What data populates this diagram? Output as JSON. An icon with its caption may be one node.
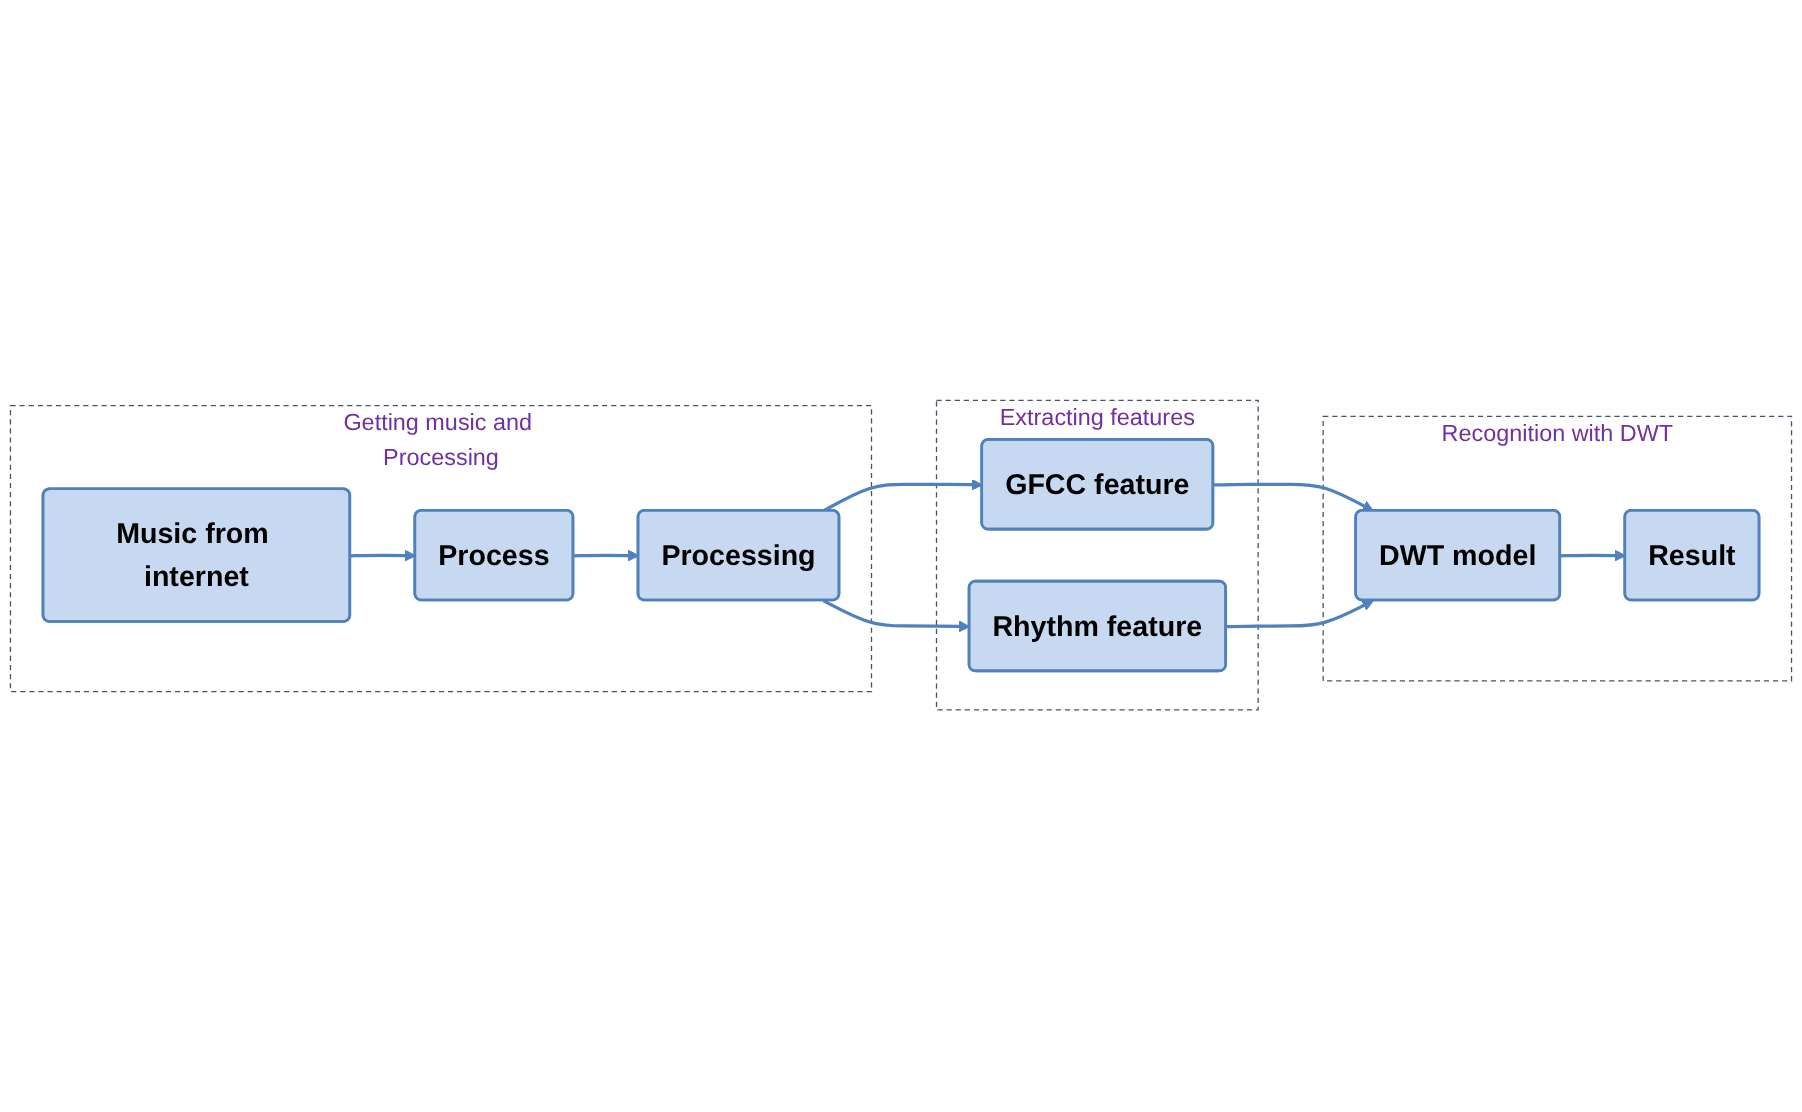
{
  "diagram": {
    "nodes": [
      {
        "text": [
          "Getting music and Processing"
        ]
      },
      {
        "text": [
          "Music from internet"
        ],
        "in": 0
      },
      {
        "text": [
          "Process"
        ],
        "in": 0
      },
      {
        "text": [
          "Processing"
        ],
        "in": 0
      },
      {
        "text": [
          "Recognition with DWT"
        ]
      },
      {
        "text": [
          "Result"
        ],
        "in": 4
      },
      {
        "text": [
          "DWT model"
        ],
        "in": 4
      },
      {
        "text": [
          "Extracting features"
        ]
      },
      {
        "text": [
          "GFCC feature"
        ],
        "in": 7
      },
      {
        "text": [
          "Rhythm feature"
        ],
        "in": 7
      }
    ],
    "edges": [
      {
        "from": 1,
        "to": 2,
        "arrow": "to"
      },
      {
        "from": 2,
        "to": 3,
        "arrow": "to"
      },
      {
        "from": 3,
        "to": 8,
        "arrow": "to"
      },
      {
        "from": 3,
        "to": 9,
        "arrow": "to"
      },
      {
        "from": 8,
        "to": 6,
        "arrow": "to"
      },
      {
        "from": 9,
        "to": 6,
        "arrow": "to"
      },
      {
        "from": 6,
        "to": 5,
        "arrow": "to"
      }
    ]
  }
}
